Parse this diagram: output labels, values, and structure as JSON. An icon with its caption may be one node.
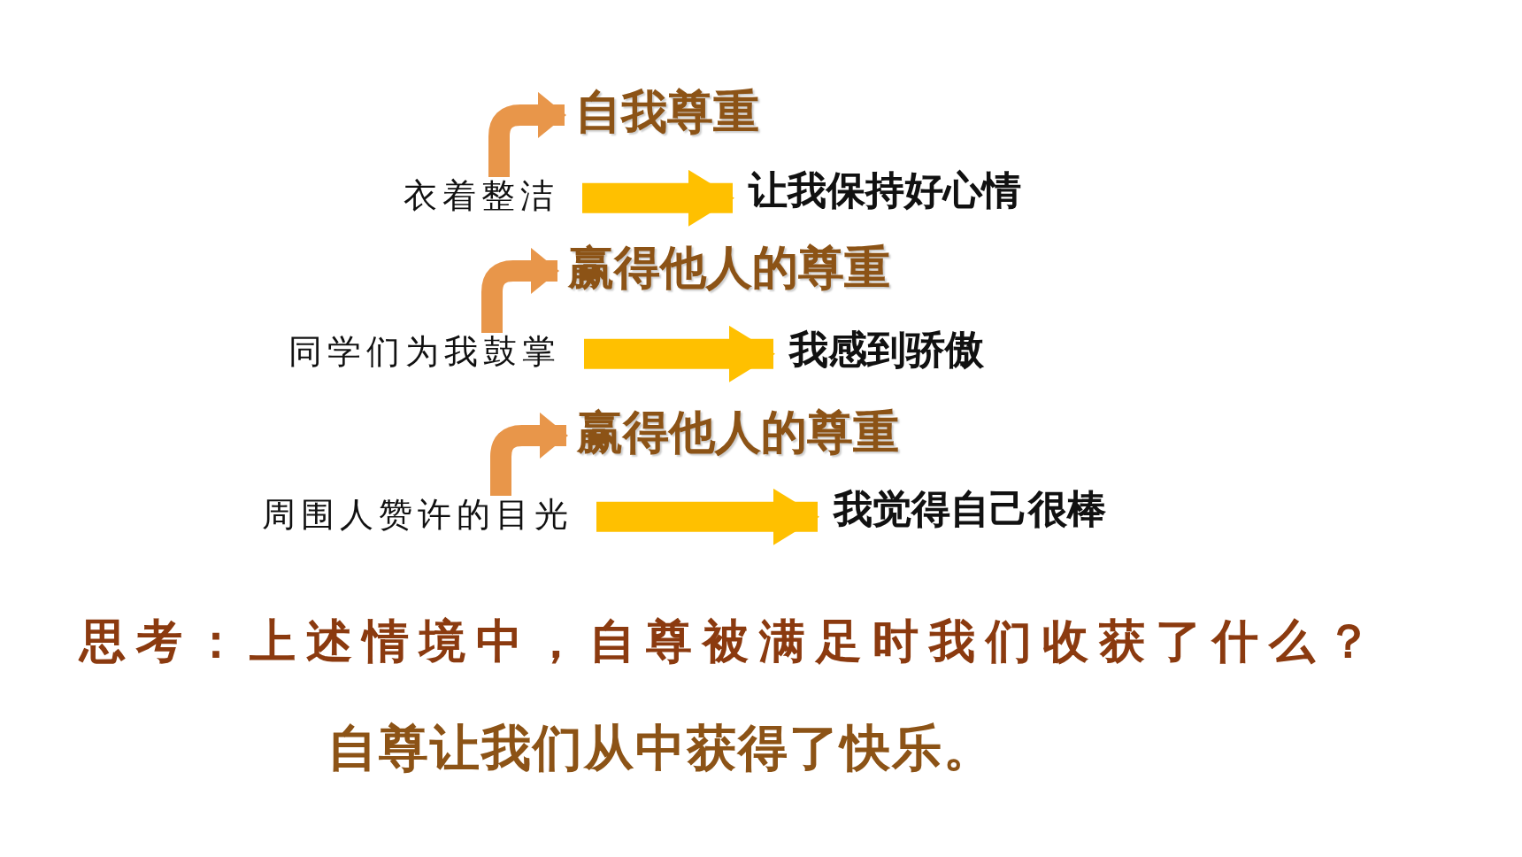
{
  "diagram": {
    "nodes": [
      {
        "text": [
          "自我尊重"
        ]
      },
      {
        "text": [
          "衣着整洁"
        ]
      },
      {
        "text": [
          "让我保持好心情"
        ]
      },
      {
        "text": [
          "赢得他人的尊重"
        ]
      },
      {
        "text": [
          "同学们为我鼓掌"
        ]
      },
      {
        "text": [
          "我感到骄傲"
        ]
      },
      {
        "text": [
          "赢得他人的尊重"
        ]
      },
      {
        "text": [
          "周围人赞许的目光"
        ]
      },
      {
        "text": [
          "我觉得自己很棒"
        ]
      }
    ],
    "edges": [
      {
        "from": 1,
        "to": 0,
        "arrow": "to",
        "color": "#e8964a"
      },
      {
        "from": 1,
        "to": 2,
        "arrow": "to",
        "color": "#ffc000"
      },
      {
        "from": 4,
        "to": 3,
        "arrow": "to",
        "color": "#e8964a"
      },
      {
        "from": 4,
        "to": 5,
        "arrow": "to",
        "color": "#ffc000"
      },
      {
        "from": 7,
        "to": 6,
        "arrow": "to",
        "color": "#e8964a"
      },
      {
        "from": 7,
        "to": 8,
        "arrow": "to",
        "color": "#ffc000"
      }
    ],
    "labels": [
      "思考：上述情境中，自尊被满足时我们收获了什么？",
      "自尊让我们从中获得了快乐。"
    ]
  }
}
